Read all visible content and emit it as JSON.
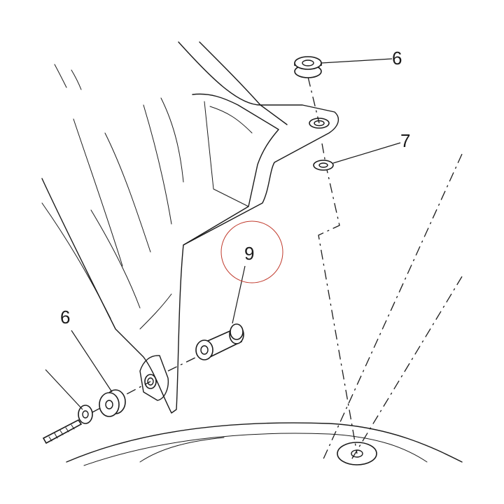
{
  "callouts": {
    "top_right_grommet": "6",
    "top_right_washer": "7",
    "center_spacer": "9",
    "left_grommet": "6"
  },
  "colors": {
    "line": "#1a1a1a",
    "highlight_circle": "#c0392b",
    "background": "#ffffff"
  }
}
